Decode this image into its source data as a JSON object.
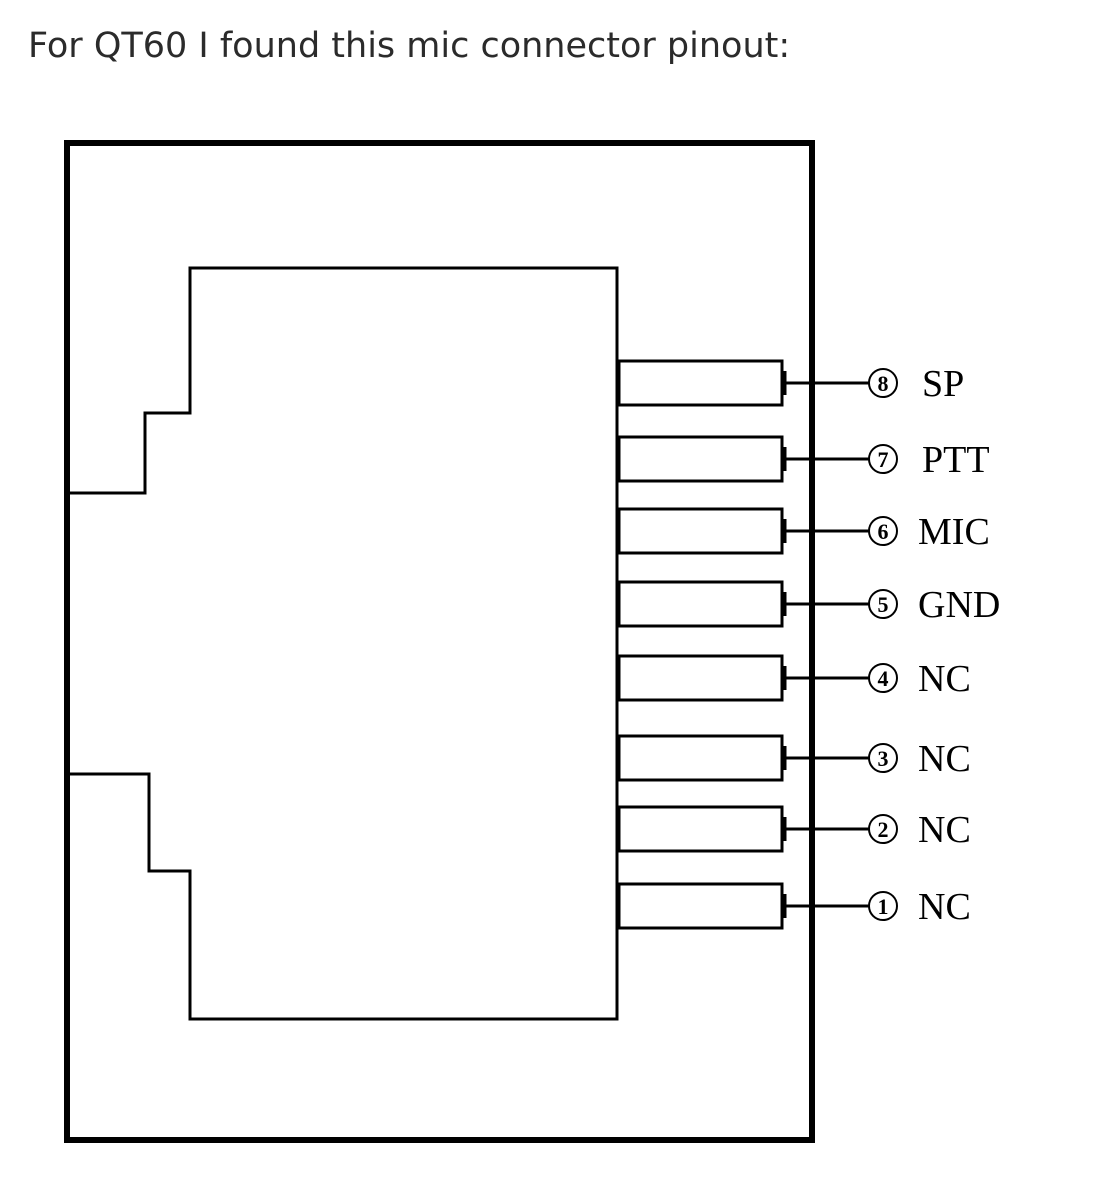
{
  "caption": "For QT60 I found this mic connector pinout:",
  "diagram": {
    "pins": [
      {
        "number": "8",
        "signal": "SP"
      },
      {
        "number": "7",
        "signal": "PTT"
      },
      {
        "number": "6",
        "signal": "MIC"
      },
      {
        "number": "5",
        "signal": "GND"
      },
      {
        "number": "4",
        "signal": "NC"
      },
      {
        "number": "3",
        "signal": "NC"
      },
      {
        "number": "2",
        "signal": "NC"
      },
      {
        "number": "1",
        "signal": "NC"
      }
    ]
  }
}
